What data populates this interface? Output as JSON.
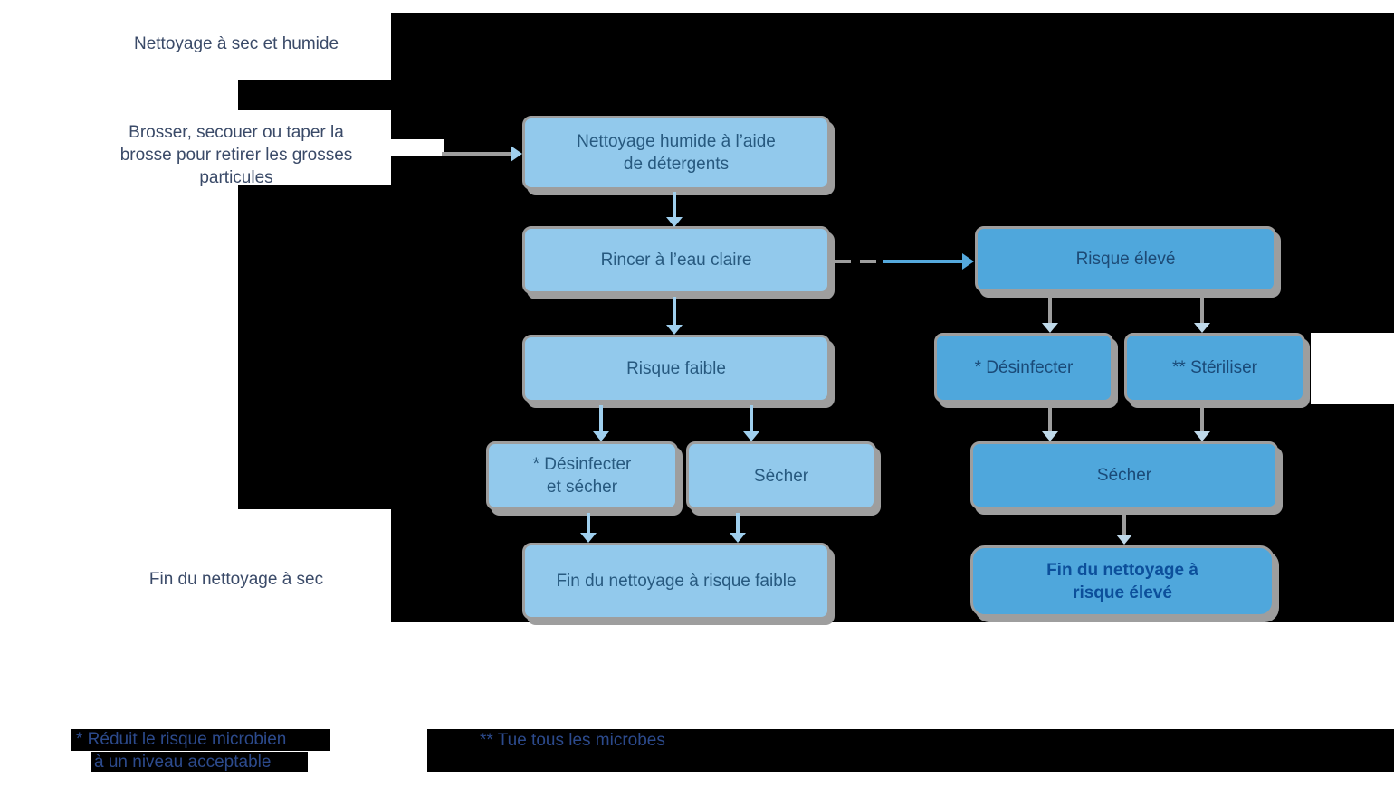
{
  "diagram_title": "Nettoyage à sec et humide",
  "side_labels": {
    "brosser": "Brosser, secouer ou taper la\nbrosse pour retirer les grosses\nparticules",
    "fin_sec": "Fin du nettoyage à sec"
  },
  "nodes": {
    "nettoyage_humide": "Nettoyage humide à l’aide\nde détergents",
    "rincer": "Rincer à l’eau claire",
    "risque_faible": "Risque faible",
    "desinfecter_secher": "* Désinfecter\net sécher",
    "secher_faible": "Sécher",
    "fin_faible": "Fin du nettoyage à risque faible",
    "risque_eleve": "Risque élevé",
    "desinfecter": "* Désinfecter",
    "steriliser": "** Stériliser",
    "secher_eleve": "Sécher",
    "fin_eleve": "Fin du nettoyage à\nrisque élevé"
  },
  "footnotes": {
    "note1_line1": "* Réduit le risque microbien",
    "note1_line2": "à un niveau acceptable",
    "note2": "**  Tue tous les microbes"
  },
  "colors": {
    "background": "#FFFFFF",
    "overlay_black": "#000000",
    "low_risk_box": "#92C9EC",
    "high_risk_box": "#4FA7DC",
    "low_risk_text": "#27597F",
    "high_risk_text": "#1A4A78",
    "fin_eleve_text": "#0C4F9B",
    "side_text": "#3A4A68",
    "footnote_text": "#2C4A8C",
    "connector_gray": "#9E9E9E",
    "connector_light_blue": "#9FCFEE"
  }
}
